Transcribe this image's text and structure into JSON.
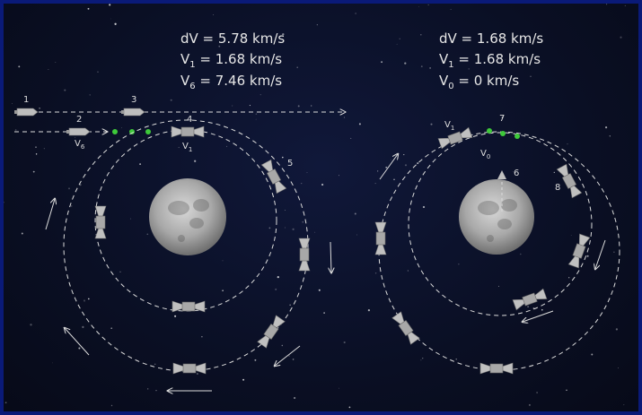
{
  "left_panel": {
    "equations": [
      {
        "prefix": "dV = 5.78 km/s",
        "sub": "",
        "suffix": ""
      },
      {
        "prefix": "V",
        "sub": "1",
        "suffix": " = 1.68 km/s"
      },
      {
        "prefix": "V",
        "sub": "6",
        "suffix": " = 7.46 km/s"
      }
    ],
    "labels": {
      "p1": "1",
      "p2": "2",
      "p3": "3",
      "p4": "4",
      "p5": "5",
      "v6": "V",
      "v6_sub": "6",
      "v1": "V",
      "v1_sub": "1"
    }
  },
  "right_panel": {
    "equations": [
      {
        "prefix": "dV = 1.68 km/s",
        "sub": "",
        "suffix": ""
      },
      {
        "prefix": "V",
        "sub": "1",
        "suffix": " = 1.68 km/s"
      },
      {
        "prefix": "V",
        "sub": "0",
        "suffix": "  = 0 km/s"
      }
    ],
    "labels": {
      "p6": "6",
      "p7": "7",
      "p8": "8",
      "v1": "V",
      "v1_sub": "1",
      "v0": "V",
      "v0_sub": "0"
    }
  },
  "colors": {
    "frame_border": "#0a1a78",
    "space": "#0a0f24",
    "orbit_line": "#dcdcdc",
    "craft": "#b8b8b8",
    "green_dot": "#3ec93a",
    "moon": "#a9a9a9"
  }
}
